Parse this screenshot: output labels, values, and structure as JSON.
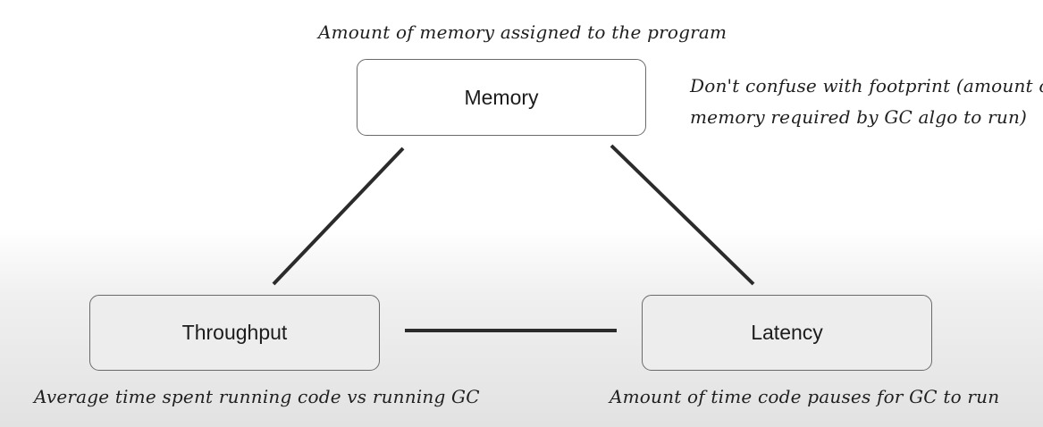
{
  "nodes": {
    "memory": "Memory",
    "throughput": "Throughput",
    "latency": "Latency"
  },
  "notes": {
    "memory": "Amount of memory assigned to the program",
    "footprint_line1": "Don't confuse with footprint (amount of",
    "footprint_line2": "memory required by GC algo to run)",
    "throughput": "Average time spent running code vs running GC",
    "latency": "Amount of time code pauses for GC to run"
  },
  "colors": {
    "edge": "#2b2b2b",
    "node_border": "#6a6a6a"
  }
}
